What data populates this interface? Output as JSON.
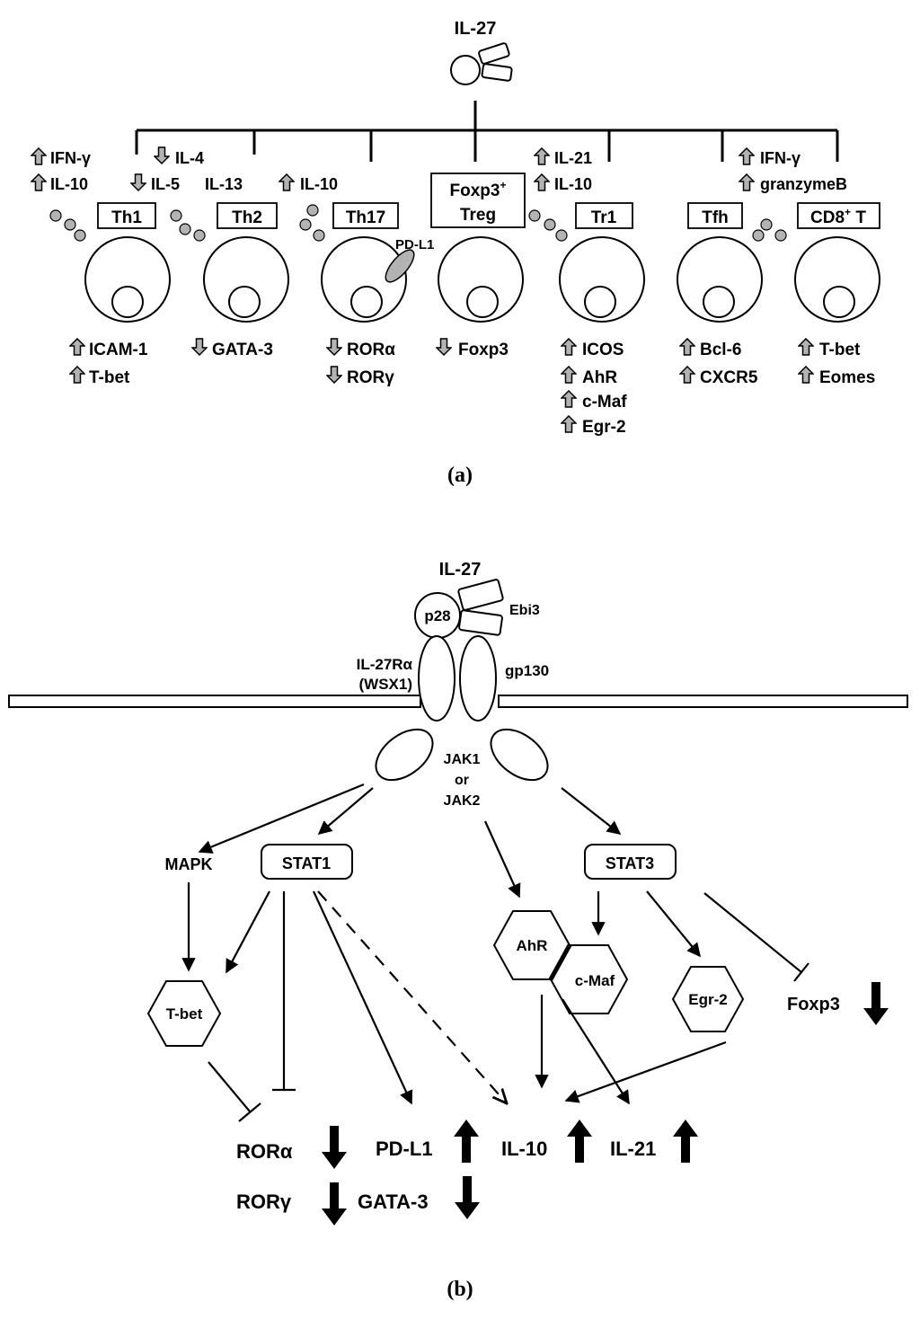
{
  "panel_a": {
    "caption": "(a)",
    "ligand": "IL-27",
    "cells": [
      {
        "name": "Th1",
        "cytokines": [
          {
            "dir": "up",
            "text": "IFN-γ"
          },
          {
            "dir": "up",
            "text": "IL-10"
          }
        ],
        "factors": [
          {
            "dir": "up",
            "text": "ICAM-1"
          },
          {
            "dir": "up",
            "text": "T-bet"
          }
        ]
      },
      {
        "name": "Th2",
        "cytokines": [
          {
            "dir": "down",
            "text": "IL-4"
          },
          {
            "dir": "down",
            "text": "IL-5"
          },
          {
            "dir": "none",
            "text": "IL-13"
          }
        ],
        "factors": [
          {
            "dir": "down",
            "text": "GATA-3"
          }
        ]
      },
      {
        "name": "Th17",
        "cytokines": [
          {
            "dir": "up",
            "text": "IL-10"
          }
        ],
        "marker": "PD-L1",
        "factors": [
          {
            "dir": "down",
            "text": "RORα"
          },
          {
            "dir": "down",
            "text": "RORγ"
          }
        ]
      },
      {
        "name_line1": "Foxp3",
        "name_sup": "+",
        "name_line2": "Treg",
        "factors": [
          {
            "dir": "down",
            "text": "Foxp3"
          }
        ]
      },
      {
        "name": "Tr1",
        "cytokines": [
          {
            "dir": "up",
            "text": "IL-21"
          },
          {
            "dir": "up",
            "text": "IL-10"
          }
        ],
        "factors": [
          {
            "dir": "up",
            "text": "ICOS"
          },
          {
            "dir": "up",
            "text": "AhR"
          },
          {
            "dir": "up",
            "text": "c-Maf"
          },
          {
            "dir": "up",
            "text": "Egr-2"
          }
        ]
      },
      {
        "name": "Tfh",
        "factors": [
          {
            "dir": "up",
            "text": "Bcl-6"
          },
          {
            "dir": "up",
            "text": "CXCR5"
          }
        ]
      },
      {
        "name_main": "CD8",
        "name_sup": "+",
        "name_tail": " T",
        "cytokines": [
          {
            "dir": "up",
            "text": "IFN-γ"
          },
          {
            "dir": "up",
            "text": "granzymeB"
          }
        ],
        "factors": [
          {
            "dir": "up",
            "text": "T-bet"
          },
          {
            "dir": "up",
            "text": "Eomes"
          }
        ]
      }
    ]
  },
  "panel_b": {
    "caption": "(b)",
    "ligand": "IL-27",
    "subunits": {
      "p28": "p28",
      "ebi3": "Ebi3"
    },
    "receptor": {
      "alpha_line1": "IL-27Rα",
      "alpha_line2": "(WSX1)",
      "beta": "gp130"
    },
    "kinase": {
      "line1": "JAK1",
      "line2": "or",
      "line3": "JAK2"
    },
    "nodes": {
      "mapk": "MAPK",
      "stat1": "STAT1",
      "stat3": "STAT3",
      "tbet": "T-bet",
      "ahr": "AhR",
      "cmaf": "c-Maf",
      "egr2": "Egr-2",
      "foxp3": "Foxp3"
    },
    "outputs": [
      {
        "text": "RORα",
        "dir": "down"
      },
      {
        "text": "PD-L1",
        "dir": "up"
      },
      {
        "text": "IL-10",
        "dir": "up"
      },
      {
        "text": "IL-21",
        "dir": "up"
      },
      {
        "text": "RORγ",
        "dir": "down"
      },
      {
        "text": "GATA-3",
        "dir": "down"
      }
    ]
  },
  "colors": {
    "arrow_gray": "#b3b3b3",
    "dot_gray": "#b3b3b3",
    "ink": "#000000"
  }
}
